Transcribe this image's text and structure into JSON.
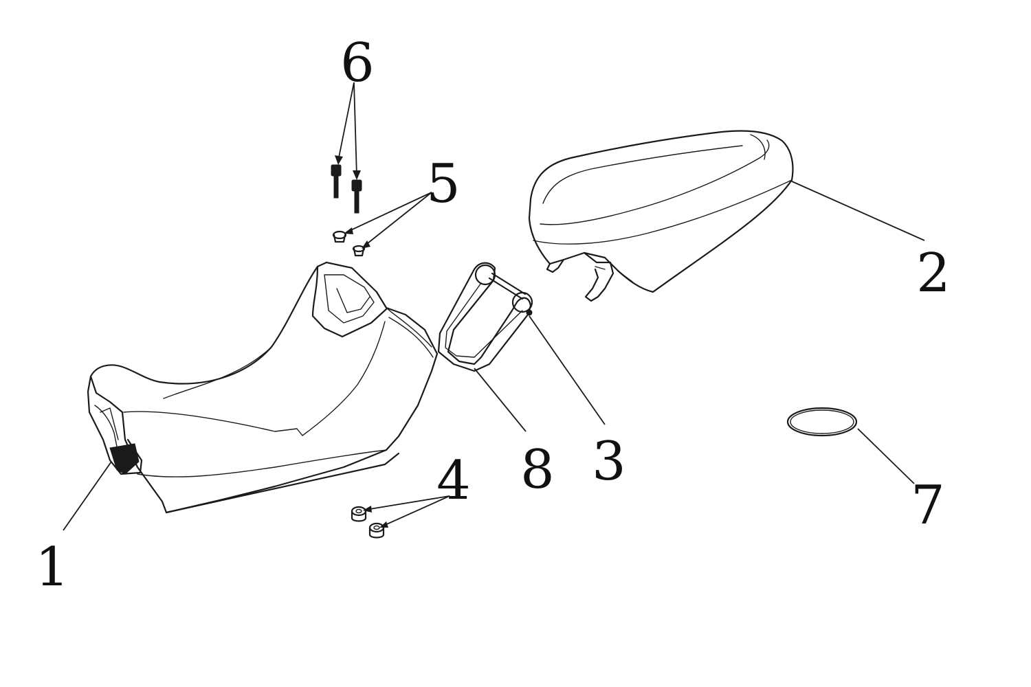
{
  "callouts": [
    {
      "id": "1",
      "label": "1"
    },
    {
      "id": "2",
      "label": "2"
    },
    {
      "id": "3",
      "label": "3"
    },
    {
      "id": "4",
      "label": "4"
    },
    {
      "id": "5",
      "label": "5"
    },
    {
      "id": "6",
      "label": "6"
    },
    {
      "id": "7",
      "label": "7"
    },
    {
      "id": "8",
      "label": "8"
    }
  ],
  "parts": [
    {
      "callout": "1",
      "icon": "rider-seat-icon"
    },
    {
      "callout": "2",
      "icon": "passenger-seat-icon"
    },
    {
      "callout": "3",
      "icon": "hinge-pin-icon"
    },
    {
      "callout": "4",
      "icon": "rubber-bushing-icon"
    },
    {
      "callout": "5",
      "icon": "collar-icon"
    },
    {
      "callout": "6",
      "icon": "bolt-icon"
    },
    {
      "callout": "7",
      "icon": "o-ring-icon"
    },
    {
      "callout": "8",
      "icon": "seat-bracket-icon"
    }
  ]
}
